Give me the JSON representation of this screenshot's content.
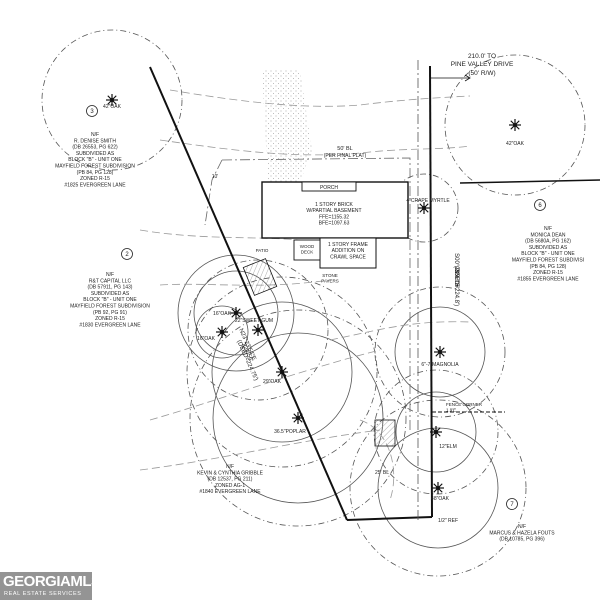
{
  "watermark": {
    "brand": "GEORGIAMLS",
    "tagline": "REAL ESTATE SERVICES"
  },
  "road": {
    "distance": "210.0' TO",
    "name": "PINE VALLEY DRIVE",
    "row": "(50' R/W)"
  },
  "setback": {
    "line1": "50' BL",
    "line2": "(PER FINAL PLAT)"
  },
  "house": {
    "porch": "PORCH",
    "lines": [
      "1 STORY BRICK",
      "W/PARTIAL BASEMENT",
      "FFE=1155.32",
      "BFE=1097.63"
    ]
  },
  "addition": {
    "lines": [
      "1 STORY FRAME",
      "ADDITION ON",
      "CRAWL SPACE"
    ]
  },
  "wood_deck": {
    "lines": [
      "WOOD",
      "DECK"
    ]
  },
  "stone_pavers": {
    "lines": [
      "STONE",
      "PAVERS"
    ]
  },
  "patio": "PATIO",
  "bearing_east": {
    "lines": [
      "S00°28'27\"E",
      "224.18'",
      "(DEED=224.8')"
    ]
  },
  "bearing_west": {
    "lines": [
      "N23°23'54\"E",
      "224.56'",
      "(DEED=224.75')"
    ]
  },
  "fence_corner": {
    "lines": [
      "FENCE CORNER",
      "1.9'E"
    ]
  },
  "iron_pin": "1/2\" REF",
  "dist_25": "25' BL",
  "ten_ft": "10'",
  "trees": [
    {
      "label": "42\"OAK"
    },
    {
      "label": "42\"OAK"
    },
    {
      "label": "16\"OAK"
    },
    {
      "label": "22\"SWEET GUM"
    },
    {
      "label": "16\"OAK"
    },
    {
      "label": "29\"OAK"
    },
    {
      "label": "36.5\"POPLAR"
    },
    {
      "label": "6\"-7\"MAGNOLIA"
    },
    {
      "label": "12\"ELM"
    },
    {
      "label": "48\"OAK"
    },
    {
      "label": "4\"CRAPE MYRTLE"
    }
  ],
  "parcels": [
    {
      "num": "3",
      "lines": [
        "N/F",
        "R. DENISE SMITH",
        "(DB 26553, PG 622)",
        "SUBDIVIDED AS",
        "BLOCK \"B\" - UNIT ONE",
        "MAYFIELD FOREST SUBDIVISION",
        "(PB 84, PG 128)",
        "ZONED R-15",
        "#1825 EVERGREEN LANE"
      ]
    },
    {
      "num": "2",
      "lines": [
        "N/F",
        "R&T CAPITAL LLC",
        "(DB 57911, PG 143)",
        "SUBDIVIDED AS",
        "BLOCK \"B\" - UNIT ONE",
        "MAYFIELD FOREST SUBDIVISION",
        "(PB 92, PG 91)",
        "ZONED R-15",
        "#1830 EVERGREEN LANE"
      ]
    },
    {
      "num": "6",
      "lines": [
        "N/F",
        "MONICA DEAN",
        "(DB 5680A, PG 162)",
        "SUBDIVIDED AS",
        "BLOCK \"B\" - UNIT ONE",
        "MAYFIELD FOREST SUBDIVISI",
        "(PB 84, PG 128)",
        "ZONED R-15",
        "#1855 EVERGREEN LANE"
      ]
    },
    {
      "num": "",
      "lines": [
        "N/F",
        "KEVIN & CYNTHIA GRIBBLE",
        "(DB 12537, PG 211)",
        "ZONED AG-1",
        "#1840 EVERGREEN LANE"
      ]
    },
    {
      "num": "7",
      "lines": [
        "N/F",
        "MARCUS & HAZELA FOUTS",
        "(DB 10785, PG 396)"
      ]
    }
  ]
}
